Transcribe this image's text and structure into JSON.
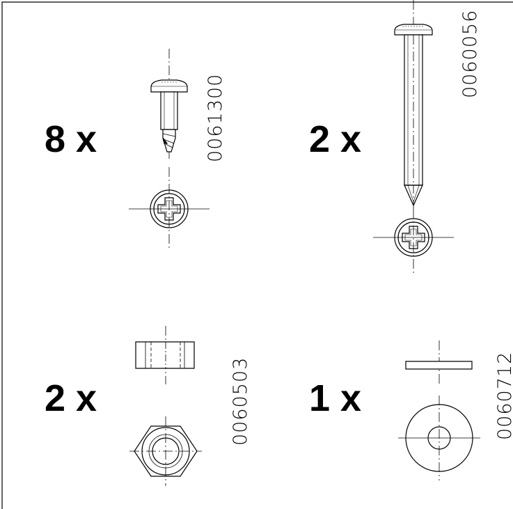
{
  "parts": [
    {
      "id": "screw-short",
      "quantity": "8 x",
      "part_number": "0061300"
    },
    {
      "id": "screw-long",
      "quantity": "2 x",
      "part_number": "0060056"
    },
    {
      "id": "hex-nut",
      "quantity": "2 x",
      "part_number": "0060503"
    },
    {
      "id": "washer",
      "quantity": "1 x",
      "part_number": "0060712"
    }
  ]
}
